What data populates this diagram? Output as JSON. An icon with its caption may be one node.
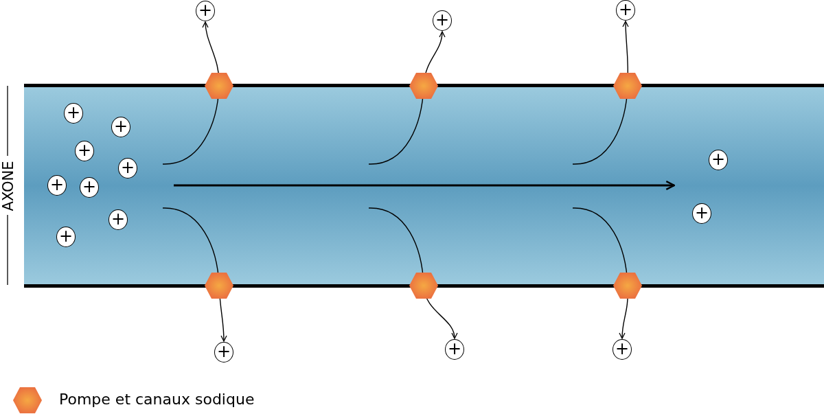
{
  "diagram": {
    "nodes": [
      {
        "text": [
          "+"
        ]
      },
      {
        "text": [
          "+"
        ]
      },
      {
        "text": [
          "+"
        ]
      },
      {
        "text": [
          "+"
        ]
      },
      {
        "text": [
          "+"
        ]
      },
      {
        "text": [
          "+"
        ]
      },
      {
        "text": [
          "+"
        ]
      },
      {
        "text": [
          "+"
        ]
      },
      {
        "text": [
          "+"
        ]
      },
      {
        "text": [
          "+"
        ]
      },
      {
        "text": [
          "+"
        ]
      },
      {
        "text": [
          "+"
        ]
      },
      {
        "text": [
          "+"
        ]
      },
      {
        "text": [],
        "shape": "hexagon"
      },
      {
        "text": [],
        "shape": "hexagon"
      },
      {
        "text": [],
        "shape": "hexagon"
      },
      {
        "text": [],
        "shape": "hexagon"
      },
      {
        "text": [],
        "shape": "hexagon"
      },
      {
        "text": [],
        "shape": "hexagon"
      },
      {
        "text": [
          "+"
        ]
      },
      {
        "text": [
          "+"
        ]
      },
      {
        "text": [
          "+"
        ]
      }
    ],
    "edges": [
      {
        "from": null,
        "to": 0,
        "arrow": "to"
      },
      {
        "from": null,
        "to": 1,
        "arrow": "to"
      },
      {
        "from": null,
        "to": 2,
        "arrow": "to"
      },
      {
        "from": null,
        "to": 19,
        "arrow": "to"
      },
      {
        "from": null,
        "to": 20,
        "arrow": "to"
      },
      {
        "from": null,
        "to": 21,
        "arrow": "to"
      }
    ],
    "labels": [
      "AXONE"
    ],
    "legend": [
      {
        "text": "Pompe et canaux sodique"
      }
    ]
  }
}
